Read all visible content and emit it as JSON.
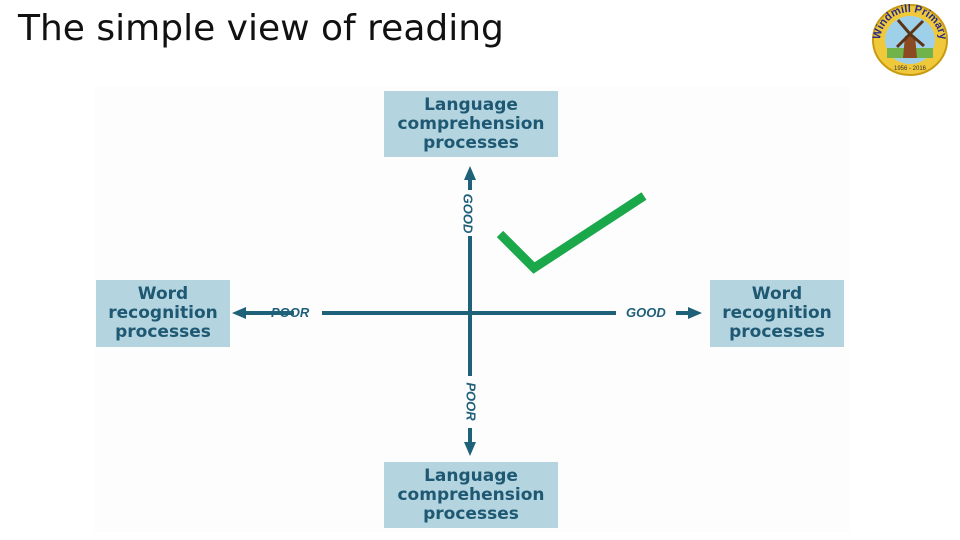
{
  "slide": {
    "title": "The simple view of reading"
  },
  "logo": {
    "text_top": "Windmill Primary",
    "text_bottom": "1956 - 2016"
  },
  "diagram": {
    "top_box": "Language\ncomprehension\nprocesses",
    "bottom_box": "Language\ncomprehension\nprocesses",
    "left_box": "Word\nrecognition\nprocesses",
    "right_box": "Word\nrecognition\nprocesses",
    "axis": {
      "left": "POOR",
      "right": "GOOD",
      "up": "GOOD",
      "down": "POOR"
    },
    "colors": {
      "axis": "#1e6179",
      "box": "#b4d5e0",
      "box_text": "#1e5872",
      "tick": "#1aa84a"
    }
  }
}
